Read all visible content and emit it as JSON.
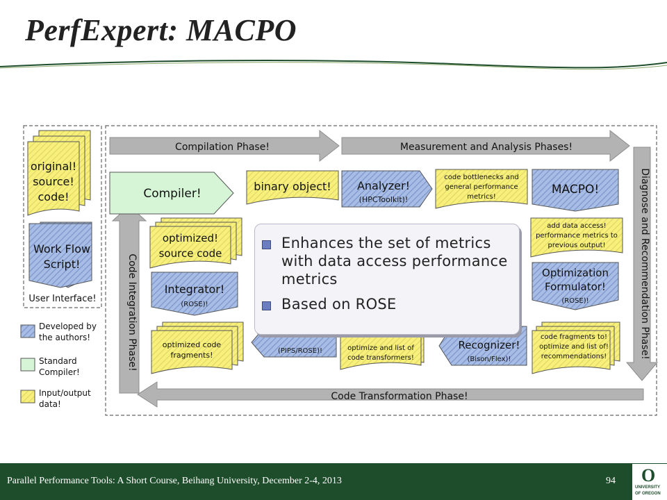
{
  "slide": {
    "title": "PerfExpert: MACPO"
  },
  "diagram": {
    "ui": {
      "inputs": [
        "original!",
        "source!",
        "code!"
      ],
      "workflow": [
        "Work Flow",
        "Script!"
      ],
      "label": "User Interface!"
    },
    "phases": {
      "compilation": "Compilation Phase!",
      "measurement": "Measurement and Analysis Phases!",
      "diagnose": "Diagnose and Recommendation Phase!",
      "transformation": "Code Transformation Phase!",
      "integration": "Code Integration Phase!"
    },
    "nodes": {
      "compiler": "Compiler!",
      "binary": "binary object!",
      "analyzer": [
        "Analyzer!",
        "(HPCToolkit)!"
      ],
      "bottlenecks": [
        "code bottlenecks and",
        "general performance",
        "metrics!"
      ],
      "macpo": "MACPO!",
      "add_data": [
        "add data access!",
        "performance metrics to",
        "previous output!"
      ],
      "optimization": [
        "Optimization",
        "Formulator!",
        "(ROSE)!"
      ],
      "opt_source": [
        "optimized!",
        "source code"
      ],
      "integrator": [
        "Integrator!",
        "(ROSE)!"
      ],
      "opt_fragments": [
        "optimized code",
        "fragments!"
      ],
      "pips": "(PIPS/ROSE)!",
      "transformers": [
        "optimize and list of",
        "code transformers!"
      ],
      "recognizer": [
        "Recognizer!",
        "(Bison/Flex)!"
      ],
      "fragments": [
        "code fragments to!",
        "optimize and list of!",
        "recommendations!"
      ]
    },
    "legend": [
      [
        "Developed by",
        "the authors!"
      ],
      [
        "Standard",
        "Compiler!"
      ],
      [
        "Input/output",
        "data!"
      ]
    ]
  },
  "callout": {
    "bullets": [
      "Enhances the set of metrics with data access performance metrics",
      "Based on ROSE"
    ]
  },
  "footer": {
    "text": "Parallel Performance Tools: A Short Course, Beihang University, December 2-4, 2013",
    "page": "94",
    "logo_letter": "O",
    "logo_lines": [
      "UNIVERSITY",
      "OF OREGON"
    ]
  },
  "colors": {
    "footer": "#1e4d2b",
    "developed": "#8fa8d8",
    "standard": "#d6f5d6",
    "data": "#f7f07a",
    "arrow": "#b3b3b3"
  }
}
